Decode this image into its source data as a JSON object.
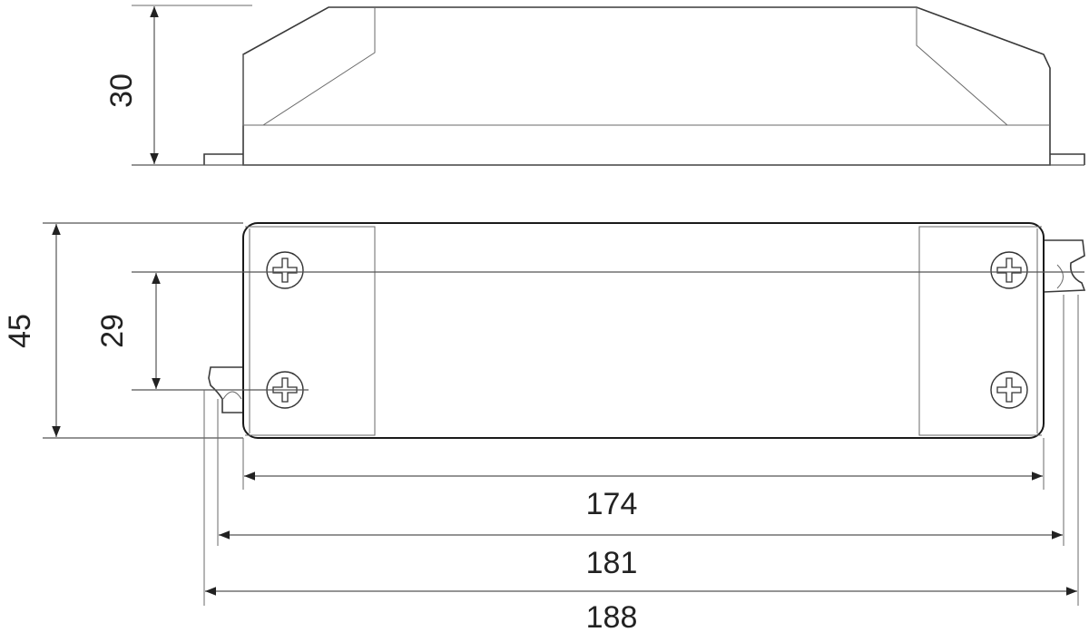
{
  "dimensions": {
    "height": "30",
    "width_outer": "45",
    "hole_spacing": "29",
    "length_body": "174",
    "length_tabs": "181",
    "length_overall": "188"
  }
}
